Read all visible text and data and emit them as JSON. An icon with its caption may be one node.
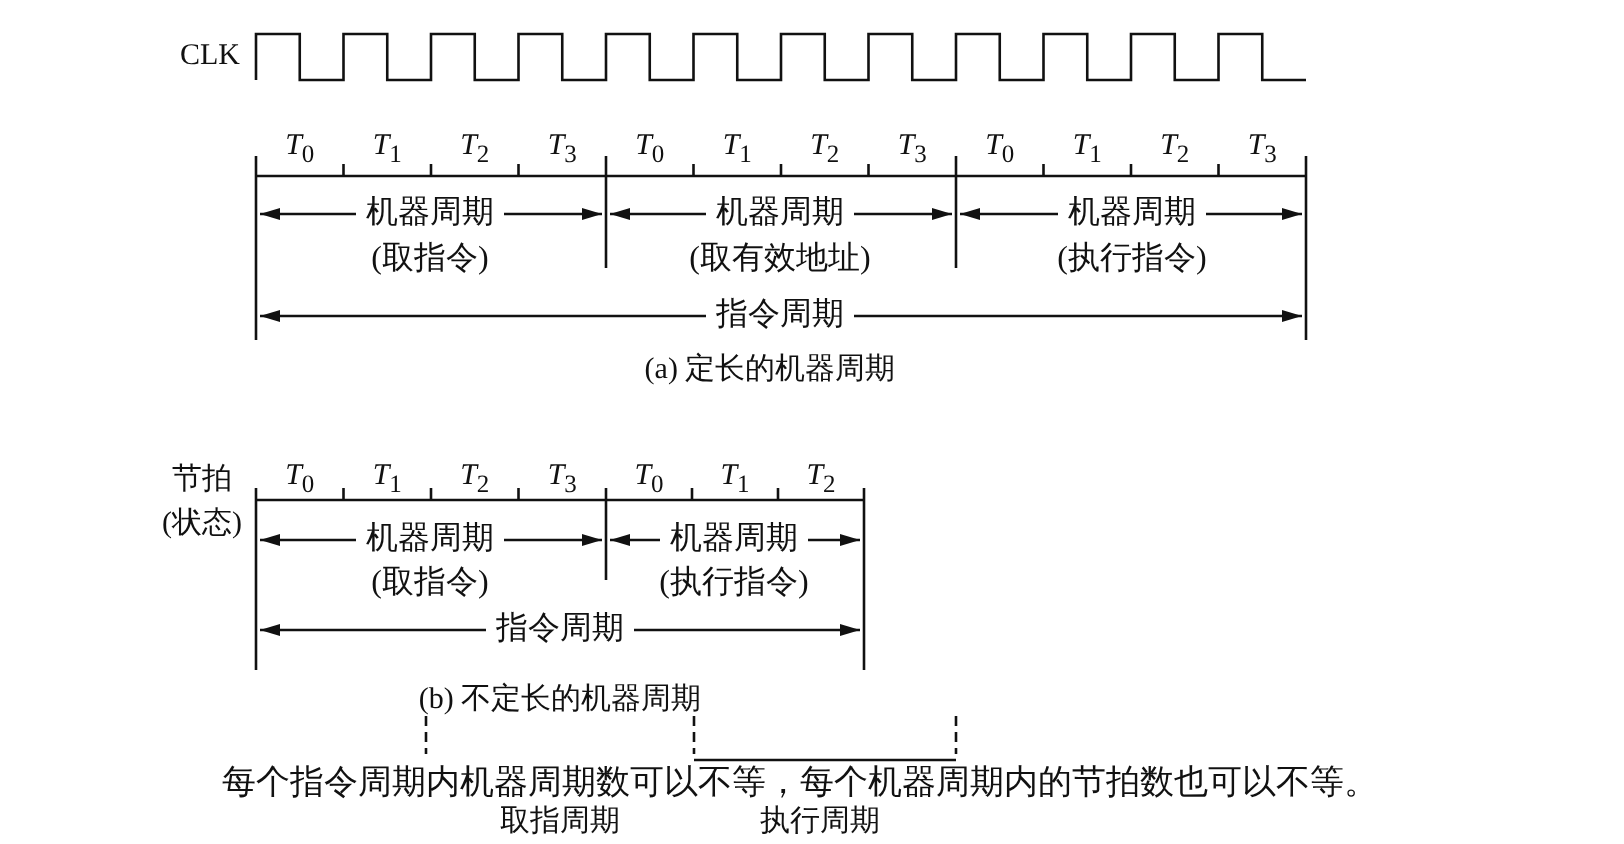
{
  "diagram": {
    "labels": [
      "CLK",
      "*T*$_{0}$",
      "*T*$_{1}$",
      "*T*$_{2}$",
      "*T*$_{3}$",
      "*T*$_{0}$",
      "*T*$_{1}$",
      "*T*$_{2}$",
      "*T*$_{3}$",
      "*T*$_{0}$",
      "*T*$_{1}$",
      "*T*$_{2}$",
      "*T*$_{3}$",
      "机器周期",
      "机器周期",
      "机器周期",
      "(取指令)",
      "(取有效地址)",
      "(执行指令)",
      "指令周期",
      "(a) 定长的机器周期",
      "节拍",
      "*T*$_{0}$",
      "*T*$_{1}$",
      "*T*$_{2}$",
      "*T*$_{3}$",
      "*T*$_{0}$",
      "*T*$_{1}$",
      "*T*$_{2}$",
      "(状态)",
      "机器周期",
      "机器周期",
      "(取指令)",
      "(执行指令)",
      "指令周期",
      "(b) 不定长的机器周期",
      "每个指令周期内机器周期数可以不等，每个机器周期内的节拍数也可以不等。",
      "取指周期",
      "执行周期"
    ]
  }
}
